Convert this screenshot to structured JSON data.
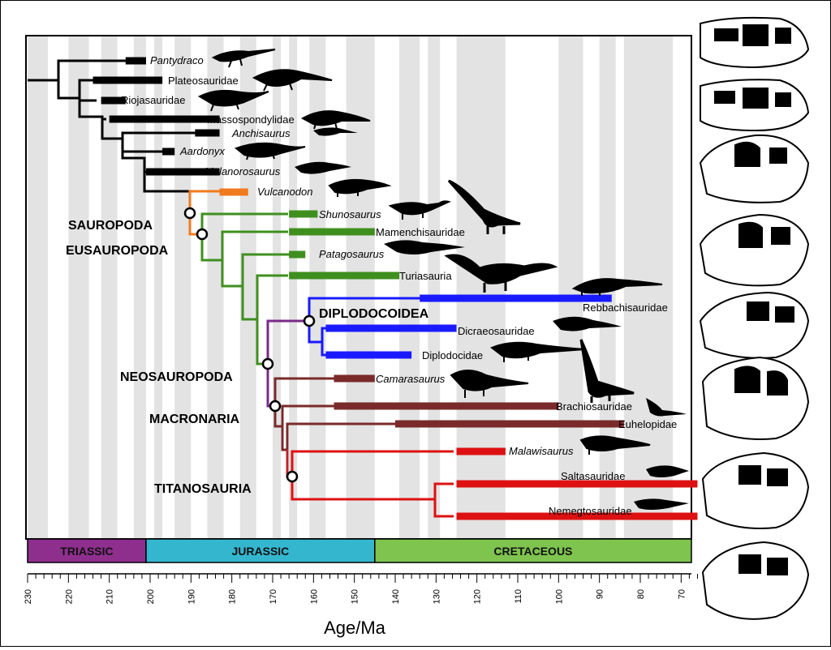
{
  "axis": {
    "title": "Age/Ma",
    "min": 230,
    "max": 66,
    "major_ticks": [
      230,
      220,
      210,
      200,
      190,
      180,
      170,
      160,
      150,
      140,
      130,
      120,
      110,
      100,
      90,
      80,
      70
    ]
  },
  "periods": [
    {
      "name": "TRIASSIC",
      "start": 230,
      "end": 201,
      "color": "#8e2f8e"
    },
    {
      "name": "JURASSIC",
      "start": 201,
      "end": 145,
      "color": "#35b6cf"
    },
    {
      "name": "CRETACEOUS",
      "start": 145,
      "end": 66,
      "color": "#7ec44f"
    }
  ],
  "stages": [
    230,
    225,
    220,
    215,
    212,
    208,
    204,
    201,
    199,
    197,
    194,
    190,
    186,
    182,
    178,
    174,
    170,
    168,
    166,
    164,
    161,
    157,
    152,
    145,
    139,
    134,
    132,
    129,
    125,
    113,
    100,
    94,
    90,
    86,
    84,
    72,
    66
  ],
  "clades": [
    {
      "name": "SAUROPODA",
      "age": 190
    },
    {
      "name": "EUSAUROPODA",
      "age": 187
    },
    {
      "name": "NEOSAUROPODA",
      "age": 171
    },
    {
      "name": "DIPLODOCOIDEA",
      "age": 161
    },
    {
      "name": "MACRONARIA",
      "age": 169
    },
    {
      "name": "TITANOSAURIA",
      "age": 165
    }
  ],
  "taxa": [
    {
      "name": "Pantydraco",
      "italic": true,
      "range": [
        206,
        201
      ],
      "color": "#000000"
    },
    {
      "name": "Plateosauridae",
      "italic": false,
      "range": [
        214,
        197
      ],
      "color": "#000000"
    },
    {
      "name": "Riojasauridae",
      "italic": false,
      "range": [
        212,
        206
      ],
      "color": "#000000"
    },
    {
      "name": "Massospondylidae",
      "italic": false,
      "range": [
        210,
        183
      ],
      "color": "#000000"
    },
    {
      "name": "Anchisaurus",
      "italic": true,
      "range": [
        189,
        183
      ],
      "color": "#000000"
    },
    {
      "name": "Aardonyx",
      "italic": true,
      "range": [
        197,
        194
      ],
      "color": "#000000"
    },
    {
      "name": "Melanorosaurus",
      "italic": true,
      "range": [
        201,
        183
      ],
      "color": "#000000"
    },
    {
      "name": "Vulcanodon",
      "italic": true,
      "range": [
        183,
        176
      ],
      "color": "#f07a1e"
    },
    {
      "name": "Shunosaurus",
      "italic": true,
      "range": [
        166,
        159
      ],
      "color": "#3f8f1f"
    },
    {
      "name": "Mamenchisauridae",
      "italic": false,
      "range": [
        166,
        145
      ],
      "color": "#3f8f1f"
    },
    {
      "name": "Patagosaurus",
      "italic": true,
      "range": [
        166,
        162
      ],
      "color": "#3f8f1f"
    },
    {
      "name": "Turiasauria",
      "italic": false,
      "range": [
        166,
        139
      ],
      "color": "#3f8f1f"
    },
    {
      "name": "Rebbachisauridae",
      "italic": false,
      "range": [
        134,
        87
      ],
      "color": "#1a1aff"
    },
    {
      "name": "Dicraeosauridae",
      "italic": false,
      "range": [
        157,
        125
      ],
      "color": "#1a1aff"
    },
    {
      "name": "Diplodocidae",
      "italic": false,
      "range": [
        157,
        136
      ],
      "color": "#1a1aff"
    },
    {
      "name": "Camarasaurus",
      "italic": true,
      "range": [
        155,
        145
      ],
      "color": "#7a2a2a"
    },
    {
      "name": "Brachiosauridae",
      "italic": false,
      "range": [
        155,
        100
      ],
      "color": "#7a2a2a"
    },
    {
      "name": "Euhelopidae",
      "italic": false,
      "range": [
        140,
        84
      ],
      "color": "#7a2a2a"
    },
    {
      "name": "Malawisaurus",
      "italic": true,
      "range": [
        125,
        113
      ],
      "color": "#dd1111"
    },
    {
      "name": "Saltasauridae",
      "italic": false,
      "range": [
        125,
        66
      ],
      "color": "#dd1111"
    },
    {
      "name": "Nemegtosauridae",
      "italic": false,
      "range": [
        125,
        66
      ],
      "color": "#dd1111"
    }
  ]
}
